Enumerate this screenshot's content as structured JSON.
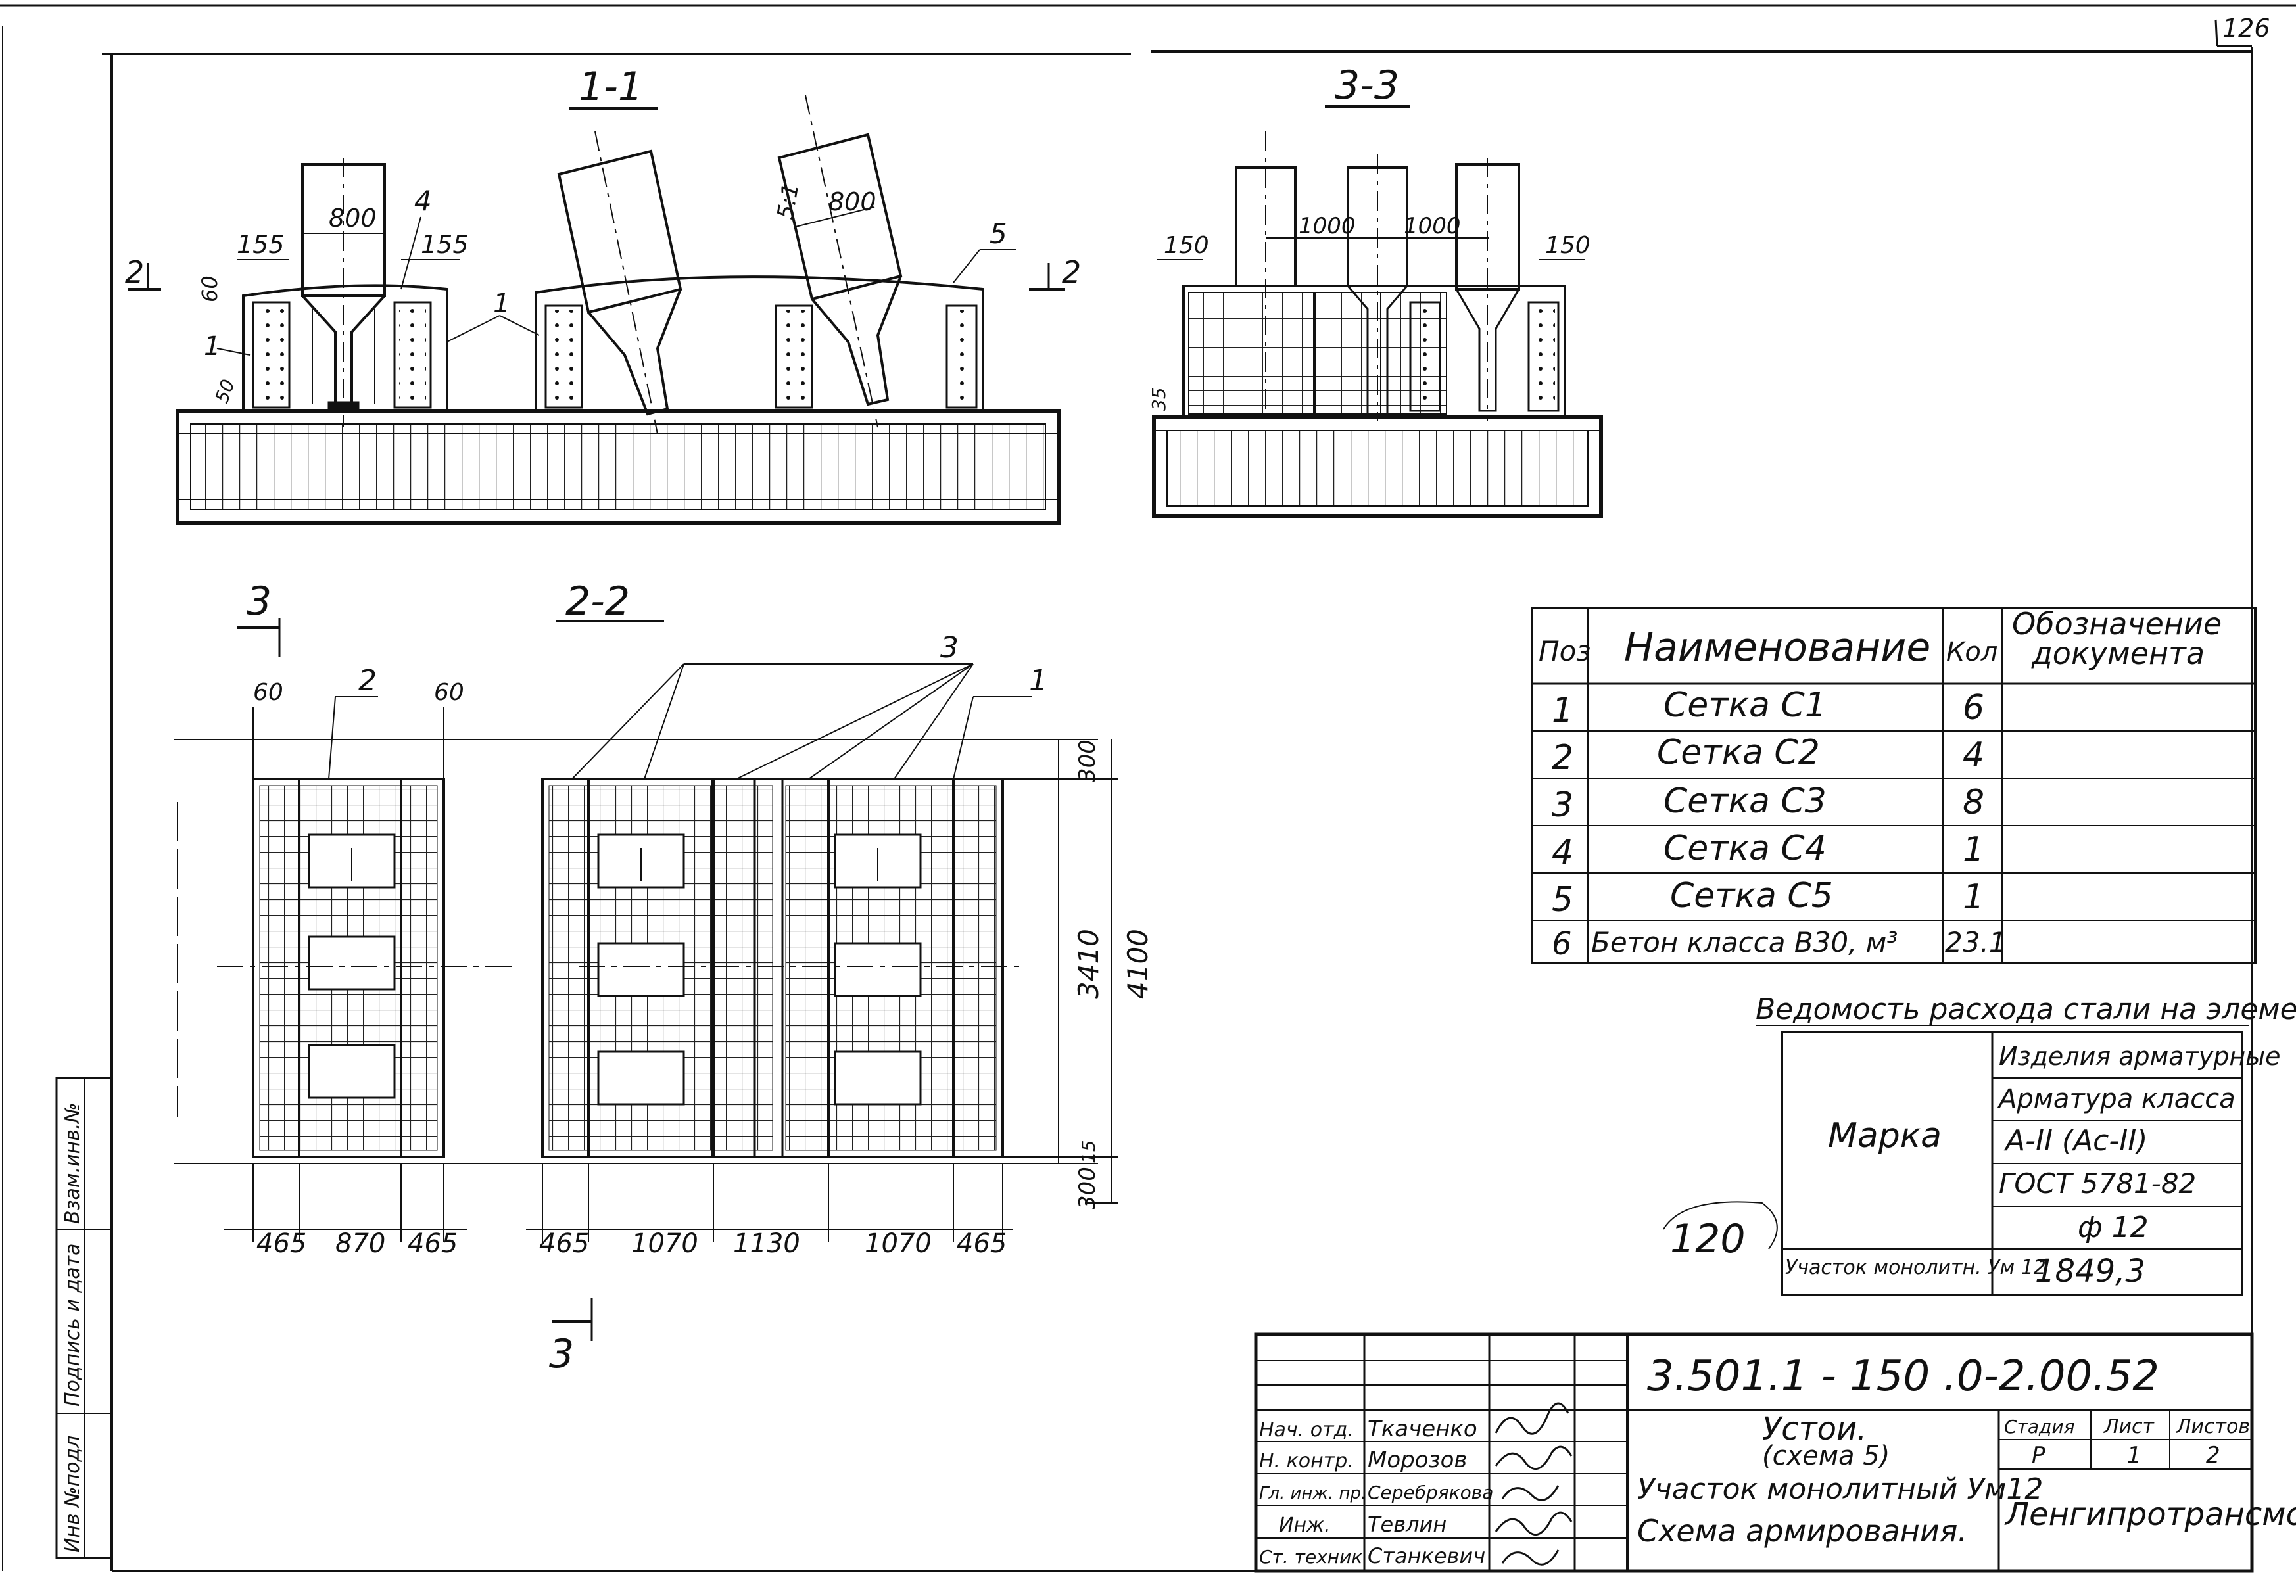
{
  "sheet_number": "126",
  "views": {
    "section_1_1": {
      "title": "1-1",
      "cut_label": "2",
      "dims": {
        "top_dim_a": "800",
        "top_dim_b": "800",
        "side_a": "155",
        "side_b": "155",
        "v_60": "60",
        "v_50": "50",
        "slope": "5:1"
      },
      "leaders": {
        "l1a": "1",
        "l1b": "1",
        "l4": "4",
        "l5": "5"
      }
    },
    "section_3_3": {
      "title": "3-3",
      "dims": {
        "d150a": "150",
        "d1000a": "1000",
        "d1000b": "1000",
        "d150b": "150",
        "v35": "35"
      }
    },
    "section_2_2": {
      "title": "2-2",
      "cut_label": "3",
      "dims": {
        "top60a": "60",
        "top60b": "60",
        "bottom": [
          "465",
          "870",
          "465",
          "465",
          "1070",
          "1130",
          "1070",
          "465"
        ],
        "right_300_top": "300",
        "right_3410": "3410",
        "right_4100": "4100",
        "right_300_bottom": "300",
        "v15": "15"
      },
      "leaders": {
        "l2": "2",
        "l3": "3",
        "l1": "1"
      }
    }
  },
  "spec_table": {
    "headers": {
      "pos": "Поз",
      "name": "Наименование",
      "qty": "Кол",
      "doc_line1": "Обозначение",
      "doc_line2": "документа"
    },
    "rows": [
      {
        "pos": "1",
        "name": "Сетка С1",
        "qty": "6"
      },
      {
        "pos": "2",
        "name": "Сетка С2",
        "qty": "4"
      },
      {
        "pos": "3",
        "name": "Сетка С3",
        "qty": "8"
      },
      {
        "pos": "4",
        "name": "Сетка С4",
        "qty": "1"
      },
      {
        "pos": "5",
        "name": "Сетка С5",
        "qty": "1"
      },
      {
        "pos": "6",
        "name": "Бетон класса В30, м³",
        "qty": "23.1"
      }
    ]
  },
  "steel_table": {
    "title": "Ведомость расхода стали на элемент, кг",
    "marka": "Марка",
    "header_rows": [
      "Изделия арматурные",
      "Арматура класса",
      "А-II (Ас-II)",
      "ГОСТ 5781-82",
      "ф 12"
    ],
    "row_label": "Участок монолитн. Ум 12",
    "value": "1849,3"
  },
  "stamp_note": "120",
  "side_stamp": {
    "col1": "Инв №подл",
    "col2": "Подпись и дата",
    "col3": "Взам.инв.№"
  },
  "title_block": {
    "code": "3.501.1 - 150 .0-2.00.52",
    "title_line1": "Устои.",
    "title_line2": "(схема 5)",
    "title_line3": "Участок монолитный Ум12",
    "title_line4": "Схема армирования.",
    "stage_label": "Стадия",
    "sheet_label": "Лист",
    "sheets_label": "Листов",
    "stage_value": "Р",
    "sheet_value": "1",
    "sheets_value": "2",
    "org": "Ленгипротрансмост",
    "staff": [
      {
        "role": "Нач. отд.",
        "name": "Ткаченко"
      },
      {
        "role": "Н. контр.",
        "name": "Морозов"
      },
      {
        "role": "Гл. инж. пр.",
        "name": "Серебрякова"
      },
      {
        "role": "Инж.",
        "name": "Тевлин"
      },
      {
        "role": "Ст. техник",
        "name": "Станкевич"
      }
    ]
  }
}
